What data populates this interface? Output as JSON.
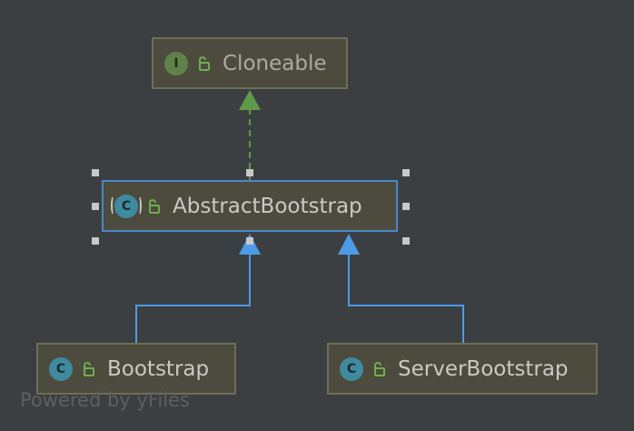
{
  "diagram": {
    "nodes": {
      "cloneable": {
        "label": "Cloneable",
        "kind": "interface",
        "badge": "I",
        "icon": "interface-icon"
      },
      "abstract_bootstrap": {
        "label": "AbstractBootstrap",
        "kind": "abstract-class",
        "badge": "C",
        "icon": "abstract-class-icon",
        "selected": true
      },
      "bootstrap": {
        "label": "Bootstrap",
        "kind": "class",
        "badge": "C",
        "icon": "class-icon"
      },
      "server_bootstrap": {
        "label": "ServerBootstrap",
        "kind": "class",
        "badge": "C",
        "icon": "class-icon"
      }
    },
    "edges": [
      {
        "from": "AbstractBootstrap",
        "to": "Cloneable",
        "type": "implements",
        "style": "dashed",
        "color": "#5f9a4a"
      },
      {
        "from": "Bootstrap",
        "to": "AbstractBootstrap",
        "type": "extends",
        "style": "solid",
        "color": "#4d9be6"
      },
      {
        "from": "ServerBootstrap",
        "to": "AbstractBootstrap",
        "type": "extends",
        "style": "solid",
        "color": "#4d9be6"
      }
    ],
    "visibility_icon": "unlocked-padlock-icon"
  },
  "watermark": "Powered by yFiles",
  "colors": {
    "background": "#3c3f41",
    "node_fill": "#4c4b3d",
    "node_border": "#6f6d58",
    "selection": "#4a88c7",
    "implements_edge": "#5f9a4a",
    "extends_edge": "#4d9be6"
  }
}
